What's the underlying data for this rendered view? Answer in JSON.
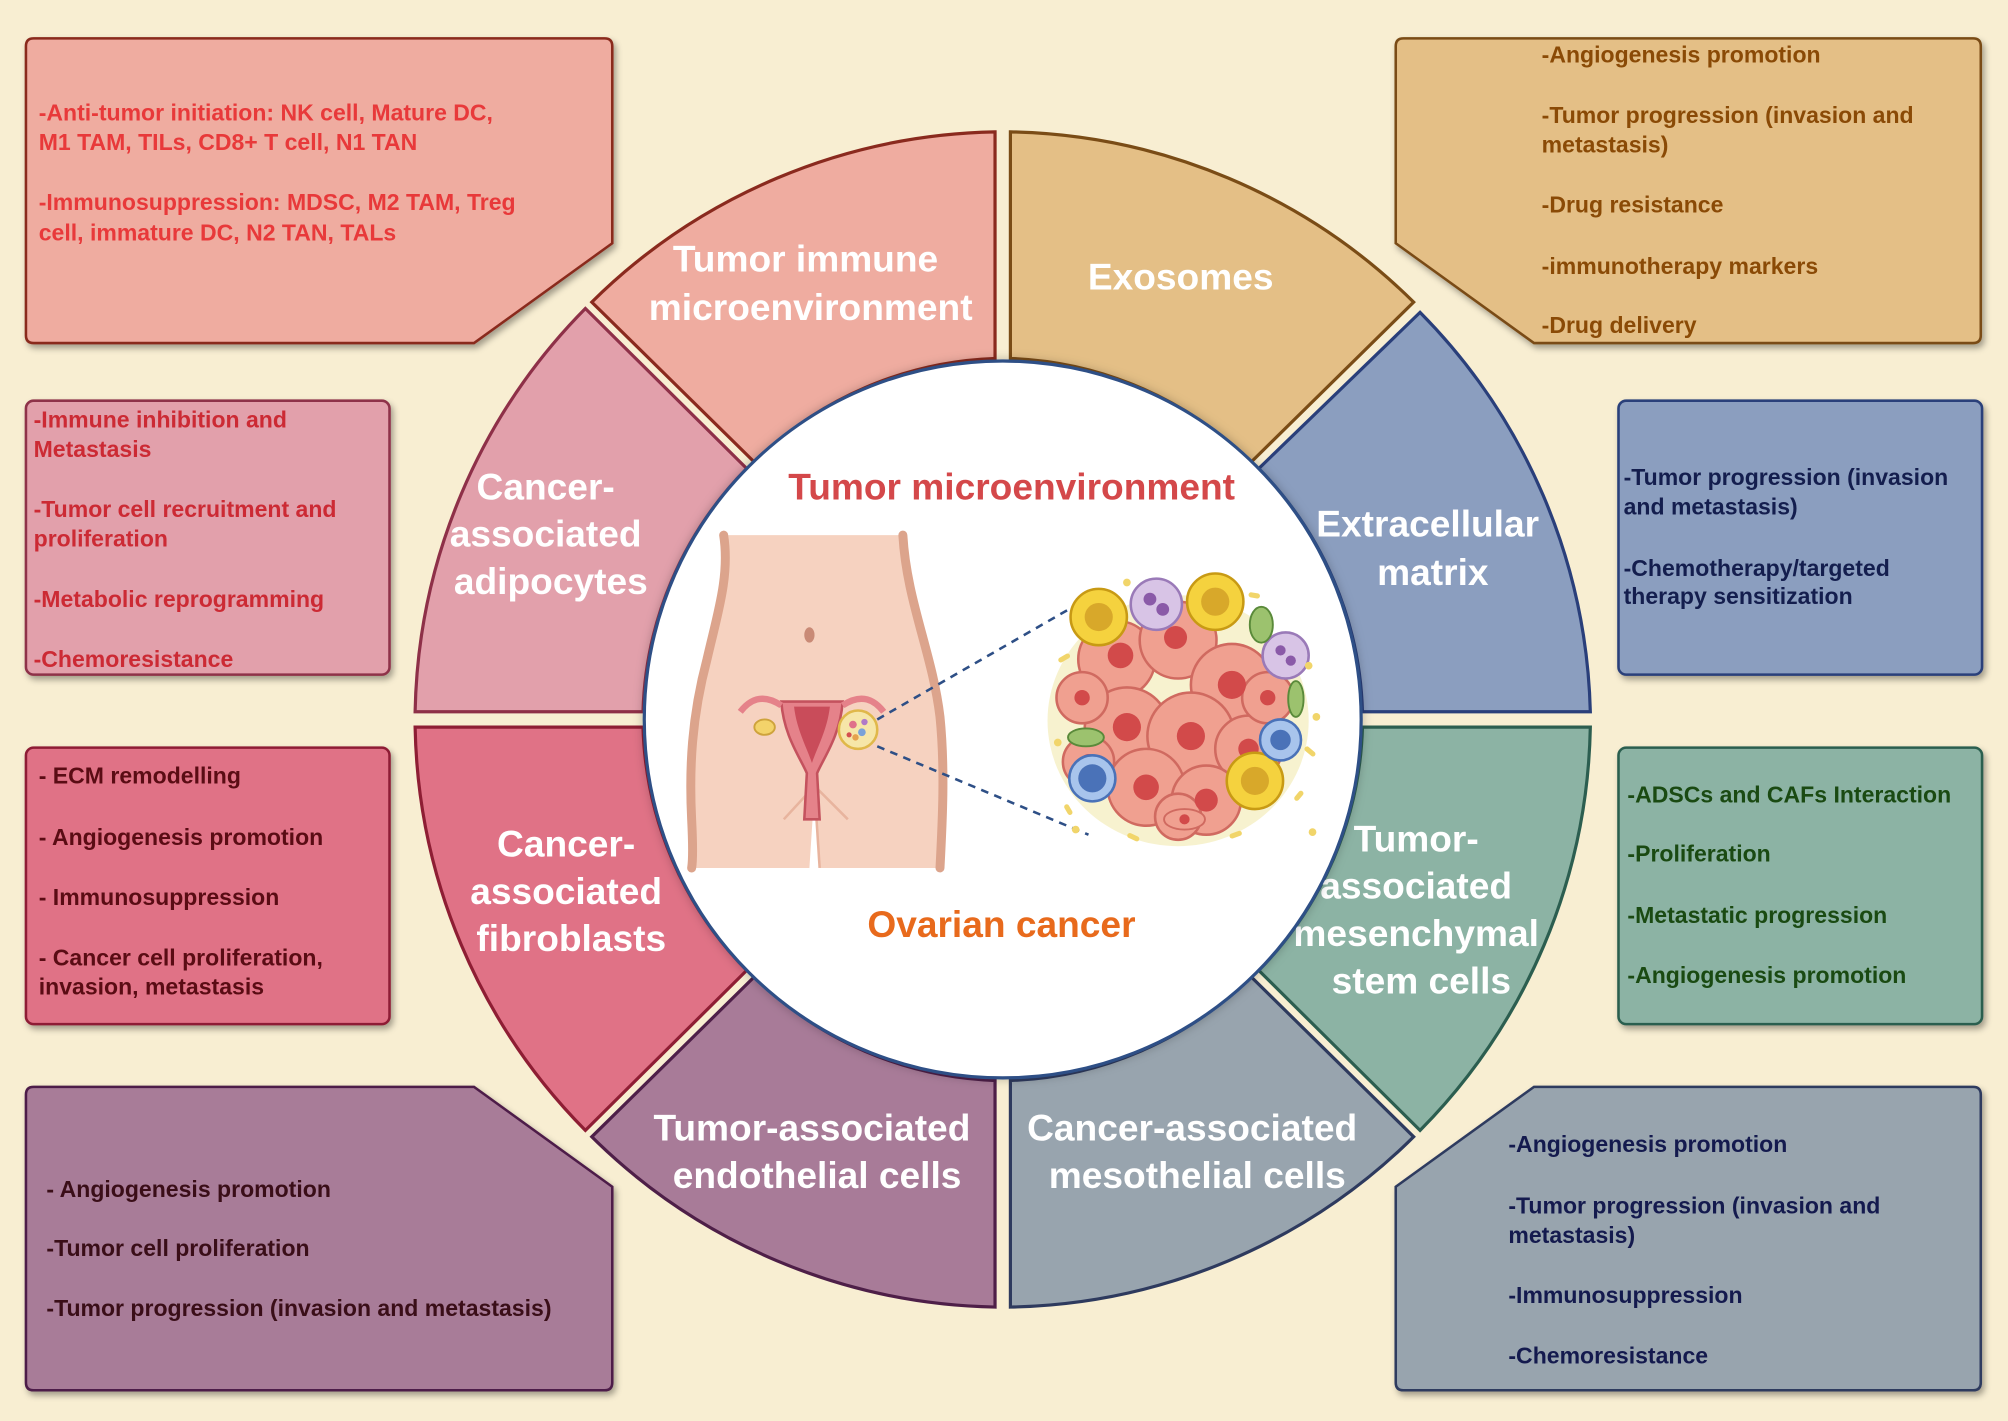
{
  "center": {
    "title": "Tumor microenvironment",
    "subtitle": "Ovarian cancer"
  },
  "segments": [
    {
      "id": "immune",
      "label_lines": [
        "Tumor immune",
        "microenvironment"
      ],
      "fill": "#efaca0",
      "stroke": "#8a2a1e"
    },
    {
      "id": "exosomes",
      "label_lines": [
        "Exosomes"
      ],
      "fill": "#e4bf86",
      "stroke": "#7a4c16"
    },
    {
      "id": "ecm",
      "label_lines": [
        "Extracellular",
        "matrix"
      ],
      "fill": "#8b9ebf",
      "stroke": "#2a3f7a"
    },
    {
      "id": "msc",
      "label_lines": [
        "Tumor-",
        "associated",
        "mesenchymal",
        "stem cells"
      ],
      "fill": "#8cb3a4",
      "stroke": "#2c5e50"
    },
    {
      "id": "mesothelial",
      "label_lines": [
        "Cancer-associated",
        "mesothelial cells"
      ],
      "fill": "#98a4ae",
      "stroke": "#2e3a5e"
    },
    {
      "id": "endothelial",
      "label_lines": [
        "Tumor-associated",
        "endothelial cells"
      ],
      "fill": "#a87b98",
      "stroke": "#4e1f48"
    },
    {
      "id": "fibroblasts",
      "label_lines": [
        "Cancer-",
        "associated",
        "fibroblasts"
      ],
      "fill": "#e07286",
      "stroke": "#8e1e34"
    },
    {
      "id": "adipocytes",
      "label_lines": [
        "Cancer-",
        "associated",
        "adipocytes"
      ],
      "fill": "#e2a0ab",
      "stroke": "#8e3048"
    }
  ],
  "boxes": [
    {
      "id": "immune-box",
      "fill": "#efaca0",
      "stroke": "#8a2a1e",
      "text_color": "#e8393a",
      "lines": [
        "-Anti-tumor initiation: NK cell, Mature DC,",
        "M1 TAM, TILs, CD8+ T cell, N1 TAN",
        "",
        "-Immunosuppression: MDSC, M2 TAM, Treg",
        "cell, immature DC, N2 TAN, TALs"
      ]
    },
    {
      "id": "exosomes-box",
      "fill": "#e4bf86",
      "stroke": "#7a4c16",
      "text_color": "#8a4a06",
      "lines": [
        "-Angiogenesis promotion",
        "",
        "-Tumor progression (invasion and",
        "metastasis)",
        "",
        "-Drug resistance",
        "",
        "-immunotherapy markers",
        "",
        "-Drug delivery"
      ]
    },
    {
      "id": "adipocytes-box",
      "fill": "#e2a0ab",
      "stroke": "#8e3048",
      "text_color": "#cc2a34",
      "lines": [
        "-Immune inhibition and",
        "Metastasis",
        "",
        "-Tumor cell recruitment and",
        "proliferation",
        "",
        "-Metabolic reprogramming",
        "",
        "-Chemoresistance"
      ]
    },
    {
      "id": "ecm-box",
      "fill": "#8b9ebf",
      "stroke": "#2a3f7a",
      "text_color": "#141e4e",
      "lines": [
        "-Tumor progression (invasion",
        "and metastasis)",
        "",
        "-Chemotherapy/targeted",
        "therapy sensitization"
      ]
    },
    {
      "id": "fibroblasts-box",
      "fill": "#e07286",
      "stroke": "#8e1e34",
      "text_color": "#5a0c14",
      "lines": [
        "- ECM remodelling",
        "",
        "- Angiogenesis promotion",
        "",
        "- Immunosuppression",
        "",
        "- Cancer cell proliferation,",
        "invasion, metastasis"
      ]
    },
    {
      "id": "msc-box",
      "fill": "#8cb3a4",
      "stroke": "#2c5e50",
      "text_color": "#1a4a12",
      "lines": [
        "-ADSCs and CAFs Interaction",
        "",
        "-Proliferation",
        "",
        "-Metastatic progression",
        "",
        "-Angiogenesis promotion"
      ]
    },
    {
      "id": "endothelial-box",
      "fill": "#a87b98",
      "stroke": "#4e1f48",
      "text_color": "#3a0e18",
      "lines": [
        "- Angiogenesis promotion",
        "",
        "-Tumor cell proliferation",
        "",
        "-Tumor progression (invasion and metastasis)"
      ]
    },
    {
      "id": "mesothelial-box",
      "fill": "#98a4ae",
      "stroke": "#2e3a5e",
      "text_color": "#141a4e",
      "lines": [
        "-Angiogenesis promotion",
        "",
        "-Tumor progression (invasion and",
        "metastasis)",
        "",
        "-Immunosuppression",
        "",
        "-Chemoresistance"
      ]
    }
  ]
}
